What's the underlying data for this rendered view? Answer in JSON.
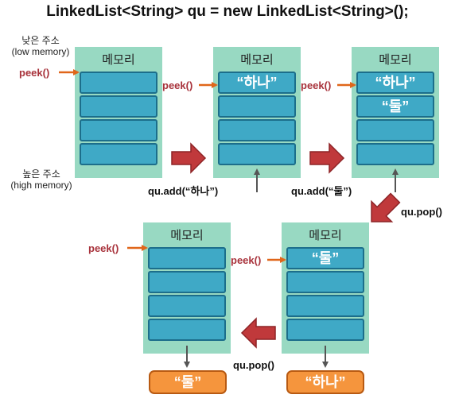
{
  "title": "LinkedList<String> qu = new LinkedList<String>();",
  "labels": {
    "low_address": "낮은 주소",
    "low_memory": "(low memory)",
    "high_address": "높은 주소",
    "high_memory": "(high memory)",
    "peek": "peek()"
  },
  "panels": [
    {
      "label": "메모리",
      "cells": [
        "",
        "",
        "",
        ""
      ]
    },
    {
      "label": "메모리",
      "cells": [
        "“하나”",
        "",
        "",
        ""
      ]
    },
    {
      "label": "메모리",
      "cells": [
        "“하나”",
        "“둘”",
        "",
        ""
      ]
    },
    {
      "label": "메모리",
      "cells": [
        "“둘”",
        "",
        "",
        ""
      ]
    },
    {
      "label": "메모리",
      "cells": [
        "",
        "",
        "",
        ""
      ]
    }
  ],
  "operations": {
    "add1": "qu.add(“하나”)",
    "add2": "qu.add(“둘”)",
    "pop1": "qu.pop()",
    "pop2": "qu.pop()"
  },
  "outputs": {
    "out1": "“하나”",
    "out2": "“둘”"
  },
  "colors": {
    "panel_bg": "#98d9c2",
    "cell_fill": "#3fa9c6",
    "cell_border": "#1c6e8b",
    "peek_text": "#a8323b",
    "peek_arrow": "#e0661a",
    "big_arrow": "#c0393b",
    "output_fill": "#f5953d"
  }
}
